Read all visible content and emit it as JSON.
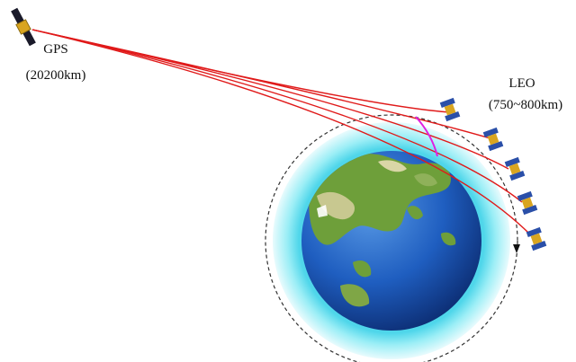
{
  "gps": {
    "name": "GPS",
    "altitude": "(20200km)"
  },
  "leo": {
    "name": "LEO",
    "altitude": "(750~800km)"
  },
  "colors": {
    "signal_ray": "#e01a1a",
    "tangent_arc": "#e020e0",
    "orbit": "#333333",
    "atmosphere": "#8fe9f4",
    "ocean": "#1f5ec0",
    "land": "#6e9f3a"
  },
  "icons": [
    "gps-satellite-icon",
    "leo-satellite-icon",
    "earth-globe",
    "orbit-direction-arrow-icon"
  ]
}
